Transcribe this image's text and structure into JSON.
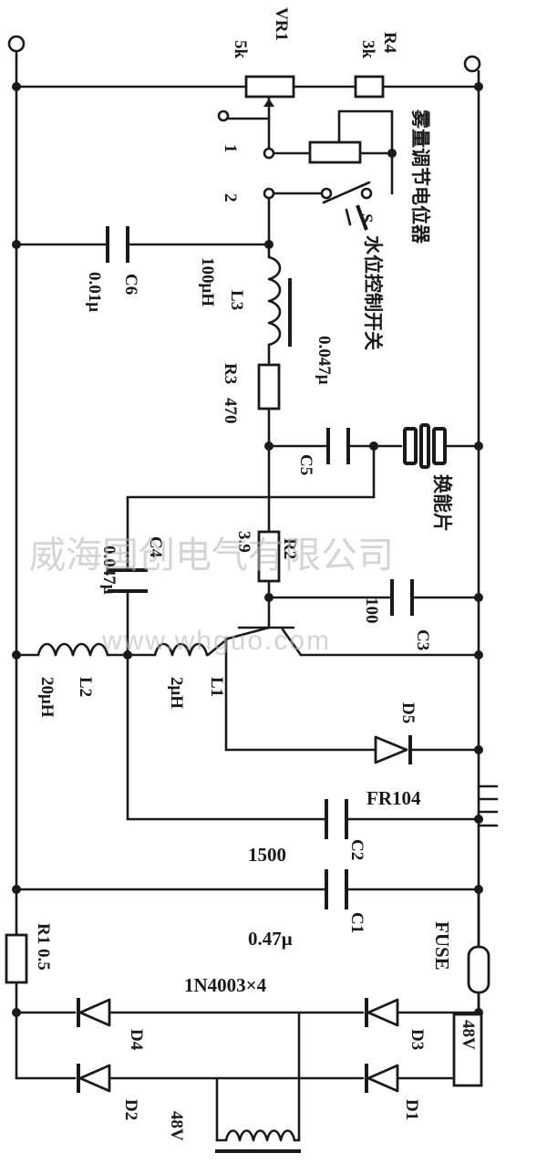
{
  "components": {
    "vr1": {
      "ref": "VR1",
      "value": "5k"
    },
    "r4": {
      "ref": "R4",
      "value": "3k"
    },
    "switch_pins": [
      "1",
      "2"
    ],
    "switch_ref": "S",
    "c6": {
      "ref": "C6",
      "value": "0.01μ"
    },
    "l3": {
      "ref": "L3",
      "value": "100μH"
    },
    "r3": {
      "ref": "R3",
      "value": "470"
    },
    "c5": {
      "ref": "C5",
      "value": "0.047μ"
    },
    "r2": {
      "ref": "R2",
      "value": "3.9"
    },
    "c4": {
      "ref": "C4",
      "value": "0.047μ"
    },
    "c3": {
      "ref": "C3",
      "value": "100"
    },
    "l2": {
      "ref": "L2",
      "value": "20μH"
    },
    "l1": {
      "ref": "L1",
      "value": "2μH"
    },
    "d5": {
      "ref": "D5",
      "value": "FR104"
    },
    "c2": {
      "ref": "C2",
      "value": "1500"
    },
    "c1": {
      "ref": "C1",
      "value": "0.47μ"
    },
    "r1": {
      "ref": "R1",
      "value": "0.5"
    },
    "rectifier": "1N4003×4",
    "fuse": "FUSE",
    "d1": "D1",
    "d2": "D2",
    "d3": "D3",
    "d4": "D4",
    "vin_label": "48V",
    "vout_label": "48V"
  },
  "annotations": {
    "mist_pot": "雾量调节电位器",
    "level_switch": "水位控制开关",
    "transducer": "换能片"
  },
  "watermark": {
    "company": "威海国创电气有限公司",
    "url": "www.whguo.com"
  }
}
